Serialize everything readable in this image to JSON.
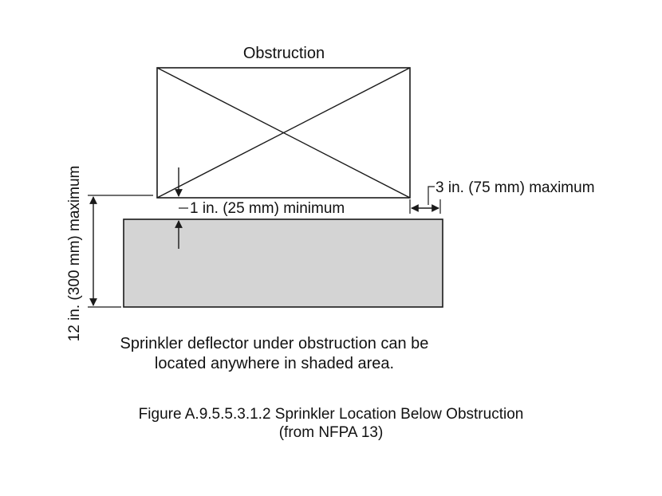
{
  "diagram": {
    "obstruction_label": "Obstruction",
    "min_clearance_label": "1 in. (25 mm) minimum",
    "max_offset_label": "3 in. (75 mm) maximum",
    "max_depth_label": "12 in. (300 mm) maximum",
    "note_line1": "Sprinkler deflector under obstruction can be",
    "note_line2": "located anywhere in shaded area."
  },
  "caption": {
    "line1": "Figure A.9.5.5.3.1.2 Sprinkler Location Below Obstruction",
    "line2": "(from NFPA 13)"
  },
  "colors": {
    "shaded_area": "#d4d4d4",
    "line": "#1a1a1a"
  }
}
